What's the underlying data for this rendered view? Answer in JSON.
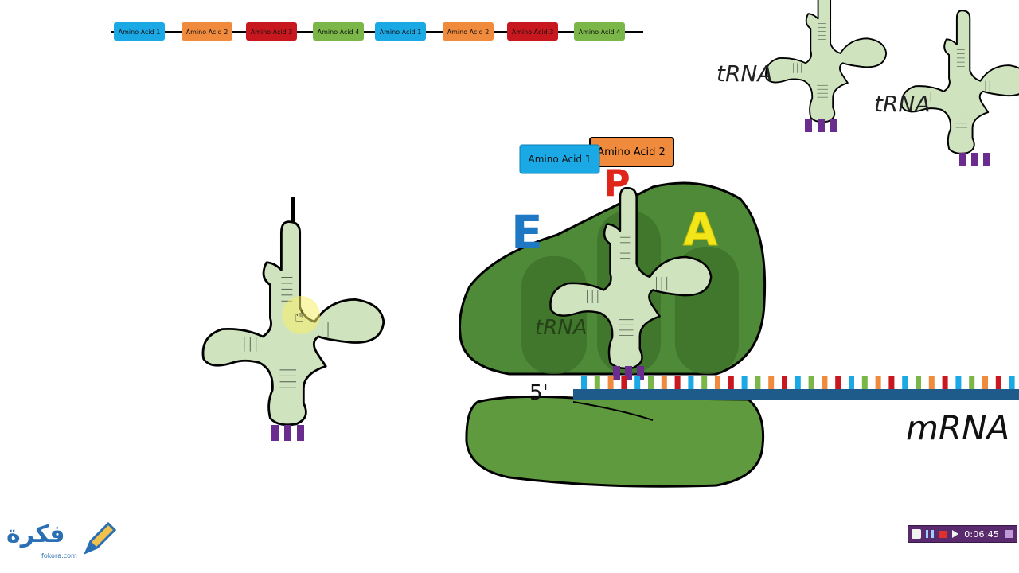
{
  "amino_chain": {
    "chips": [
      {
        "label": "Amino Acid 1",
        "color": "#1ba9e6"
      },
      {
        "label": "Amino Acid 2",
        "color": "#f08a3c"
      },
      {
        "label": "Amino Acid 3",
        "color": "#c8171e"
      },
      {
        "label": "Amino Acid 4",
        "color": "#7ab648"
      },
      {
        "label": "Amino Acid 1",
        "color": "#1ba9e6"
      },
      {
        "label": "Amino Acid 2",
        "color": "#f08a3c"
      },
      {
        "label": "Amino Acid 3",
        "color": "#c8171e"
      },
      {
        "label": "Amino Acid 4",
        "color": "#7ab648"
      }
    ]
  },
  "labels": {
    "trna_top_left": "tRNA",
    "trna_top_right": "tRNA",
    "trna_in_ribosome": "tRNA",
    "site_e": "E",
    "site_p": "P",
    "site_a": "A",
    "five_prime": "5'",
    "mrna": "mRNA"
  },
  "ribosome_chips": {
    "aa1": "Amino Acid 1",
    "aa2": "Amino Acid 2"
  },
  "colors": {
    "trna_fill": "#cfe3bf",
    "ribosome": "#4e8a37",
    "ribosome_lower": "#5f9a3f",
    "anticodon": "#6b2c8f",
    "mrna_backbone": "#1f5b8a",
    "site_e": "#1f78c4",
    "site_p": "#e0261b",
    "site_a": "#f2e51a"
  },
  "mrna_colors": [
    "#1ba9e6",
    "#7ab648",
    "#f08a3c",
    "#c8171e"
  ],
  "player": {
    "time": "0:06:45"
  },
  "logo": {
    "arabic": "فكرة",
    "latin": "fokora.com"
  }
}
